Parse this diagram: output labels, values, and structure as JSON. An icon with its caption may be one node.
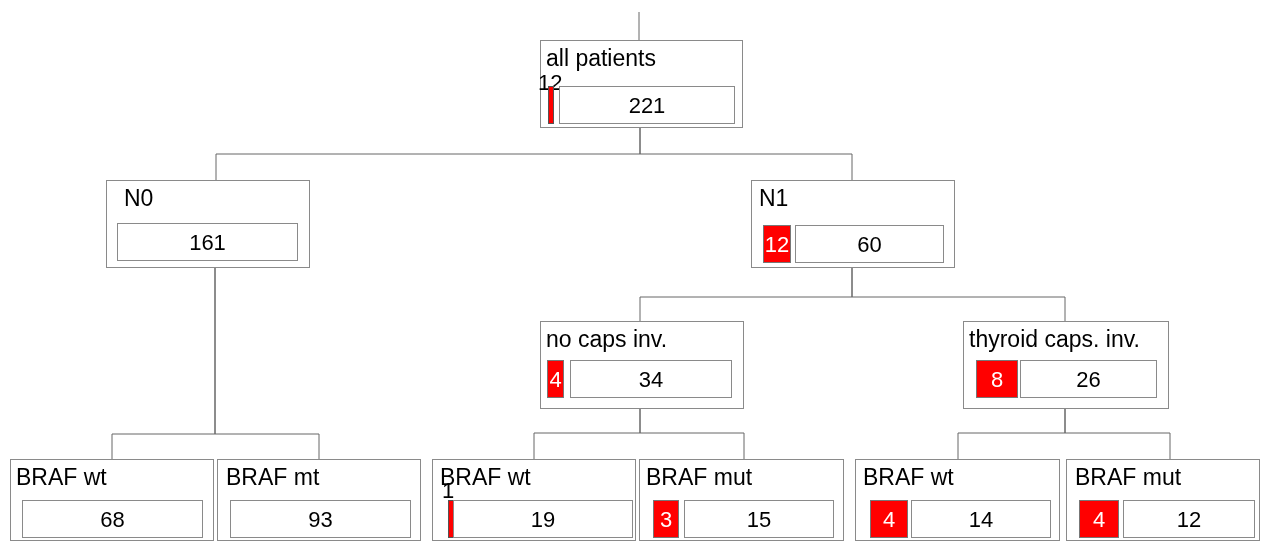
{
  "diagram": {
    "nodes": [
      {
        "text": [
          "all patients"
        ]
      },
      {
        "text": [
          "12"
        ],
        "in": 0
      },
      {
        "text": [
          "221"
        ],
        "in": 0
      },
      {
        "text": [
          "N0"
        ]
      },
      {
        "text": [
          "161"
        ],
        "in": 3
      },
      {
        "text": [
          "N1"
        ]
      },
      {
        "text": [
          "12"
        ],
        "in": 5
      },
      {
        "text": [
          "60"
        ],
        "in": 5
      },
      {
        "text": [
          "no caps inv."
        ]
      },
      {
        "text": [
          "4"
        ],
        "in": 8
      },
      {
        "text": [
          "34"
        ],
        "in": 8
      },
      {
        "text": [
          "thyroid caps. inv."
        ]
      },
      {
        "text": [
          "8"
        ],
        "in": 11
      },
      {
        "text": [
          "26"
        ],
        "in": 11
      },
      {
        "text": [
          "BRAF wt"
        ]
      },
      {
        "text": [
          "68"
        ],
        "in": 14
      },
      {
        "text": [
          "BRAF mt"
        ]
      },
      {
        "text": [
          "93"
        ],
        "in": 16
      },
      {
        "text": [
          "BRAF wt"
        ]
      },
      {
        "text": [
          "1"
        ],
        "in": 18
      },
      {
        "text": [
          "19"
        ],
        "in": 18
      },
      {
        "text": [
          "BRAF mut"
        ]
      },
      {
        "text": [
          "3"
        ],
        "in": 21
      },
      {
        "text": [
          "15"
        ],
        "in": 21
      },
      {
        "text": [
          "BRAF wt"
        ]
      },
      {
        "text": [
          "4"
        ],
        "in": 24
      },
      {
        "text": [
          "14"
        ],
        "in": 24
      },
      {
        "text": [
          "BRAF mut"
        ]
      },
      {
        "text": [
          "4"
        ],
        "in": 27
      },
      {
        "text": [
          "12"
        ],
        "in": 27
      }
    ],
    "edges": [
      {
        "from": null,
        "to": 0,
        "arrow": "none"
      },
      {
        "from": 0,
        "to": 3,
        "arrow": "none"
      },
      {
        "from": 0,
        "to": 5,
        "arrow": "none"
      },
      {
        "from": 3,
        "to": 14,
        "arrow": "none"
      },
      {
        "from": 3,
        "to": 16,
        "arrow": "none"
      },
      {
        "from": 5,
        "to": 8,
        "arrow": "none"
      },
      {
        "from": 5,
        "to": 11,
        "arrow": "none"
      },
      {
        "from": 8,
        "to": 18,
        "arrow": "none"
      },
      {
        "from": 8,
        "to": 21,
        "arrow": "none"
      },
      {
        "from": 11,
        "to": 24,
        "arrow": "none"
      },
      {
        "from": 11,
        "to": 27,
        "arrow": "none"
      }
    ]
  }
}
